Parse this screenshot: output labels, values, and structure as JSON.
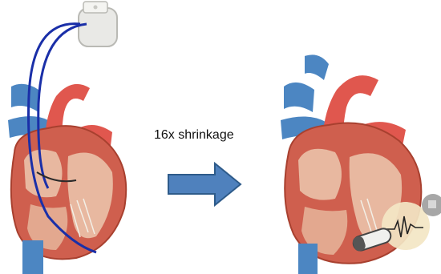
{
  "annotation": {
    "shrink_label": "16x shrinkage"
  },
  "colors": {
    "aorta": "#e0574e",
    "vessel_blue": "#4c86c2",
    "muscle": "#cf5f4e",
    "chamber_inner": "#e8b8a0",
    "lead_blue": "#1a2fa8",
    "arrow_fill": "#4f81bd",
    "arrow_stroke": "#2e5b8a",
    "pacemaker_can": "#e9e9e6",
    "sensing_circle": "#f3e6c4"
  },
  "icons": {
    "left_figure": "heart-with-transvenous-pacemaker",
    "right_figure": "heart-with-leadless-pacemaker",
    "direction": "right-arrow-icon",
    "pulse": "ecg-waveform-icon"
  }
}
